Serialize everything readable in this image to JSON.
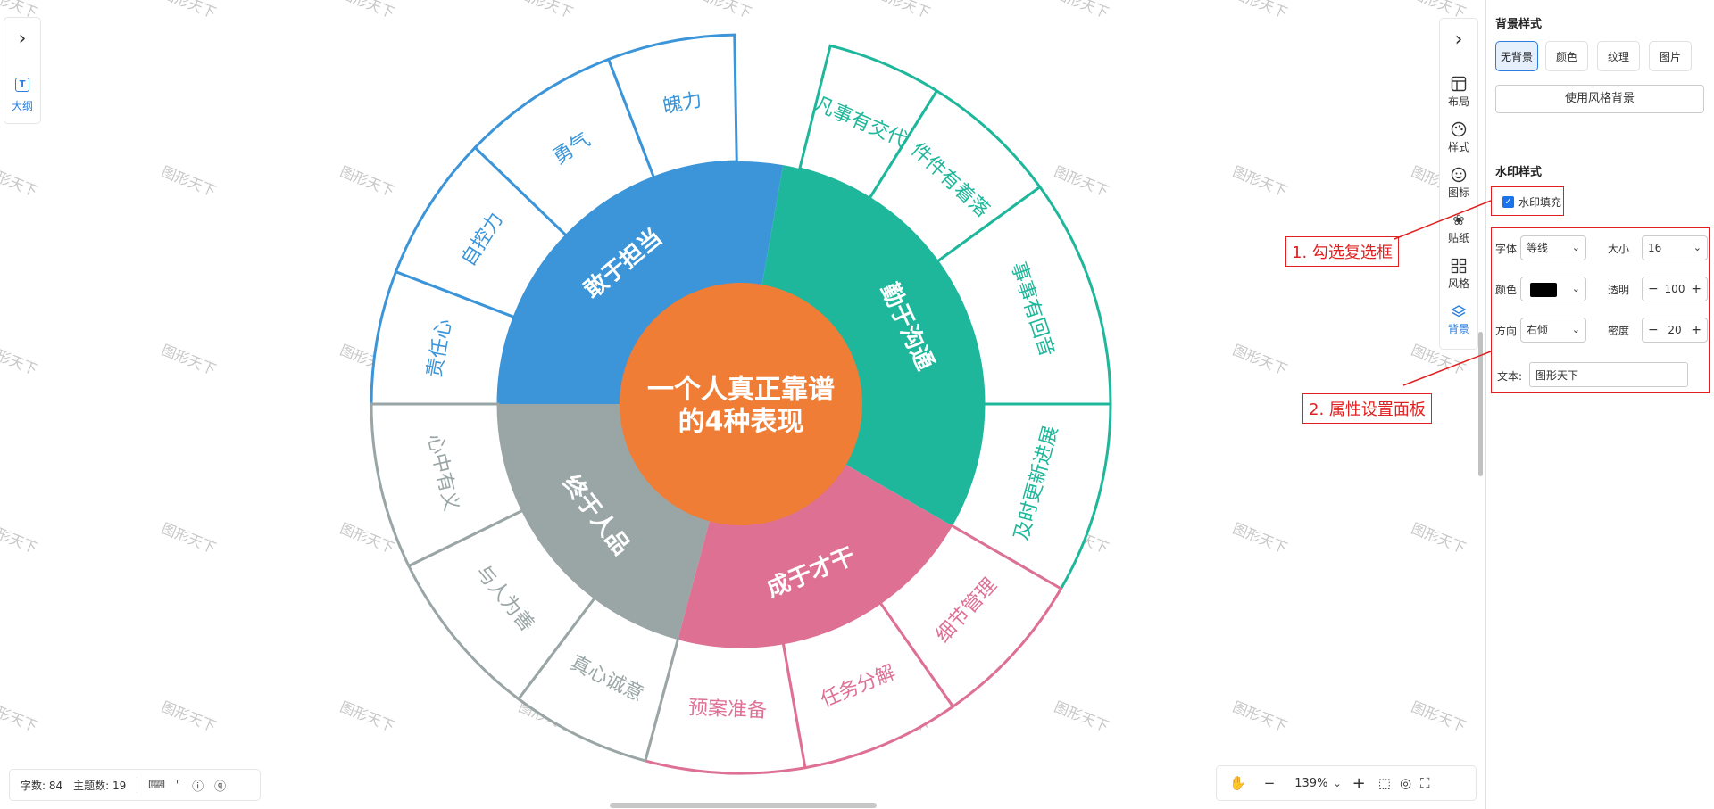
{
  "watermark": {
    "text": "图形天下"
  },
  "left_panel": {
    "outline_label": "大纲"
  },
  "mindmap": {
    "center": {
      "line1": "一个人真正靠谱",
      "line2": "的4种表现"
    },
    "branches": [
      {
        "label": "敢于担当",
        "color": "#3b95d8",
        "leaves": [
          "责任心",
          "自控力",
          "勇气",
          "魄力"
        ]
      },
      {
        "label": "勤于沟通",
        "color": "#1fb79b",
        "leaves": [
          "凡事有交代",
          "件件有着落",
          "事事有回音",
          "及时更新进展"
        ]
      },
      {
        "label": "成于才干",
        "color": "#de7094",
        "leaves": [
          "细节管理",
          "任务分解",
          "预案准备"
        ]
      },
      {
        "label": "终于人品",
        "color": "#9aa5a5",
        "leaves": [
          "真心诚意",
          "与人为善",
          "心中有义"
        ]
      }
    ],
    "center_color": "#f07d35"
  },
  "toolbar": {
    "items": [
      {
        "label": "布局",
        "icon": "layout-icon"
      },
      {
        "label": "样式",
        "icon": "palette-icon"
      },
      {
        "label": "图标",
        "icon": "smile-icon"
      },
      {
        "label": "贴纸",
        "icon": "sticker-icon"
      },
      {
        "label": "风格",
        "icon": "grid-icon"
      },
      {
        "label": "背景",
        "icon": "layers-icon"
      }
    ]
  },
  "status": {
    "word_count": "字数: 84",
    "topic_count": "主题数: 19"
  },
  "zoom": {
    "value": "139%"
  },
  "panel": {
    "bg_title": "背景样式",
    "bg_options": [
      "无背景",
      "颜色",
      "纹理",
      "图片"
    ],
    "use_style_bg": "使用风格背景",
    "wm_title": "水印样式",
    "wm_fill_label": "水印填充",
    "font_label": "字体",
    "font_value": "等线",
    "size_label": "大小",
    "size_value": "16",
    "color_label": "颜色",
    "color_value": "#000000",
    "opacity_label": "透明",
    "opacity_value": "100",
    "direction_label": "方向",
    "direction_value": "右倾",
    "density_label": "密度",
    "density_value": "20",
    "text_label": "文本:",
    "text_value": "图形天下"
  },
  "annotations": {
    "label1": "1. 勾选复选框",
    "label2": "2. 属性设置面板",
    "color": "#e02020"
  }
}
